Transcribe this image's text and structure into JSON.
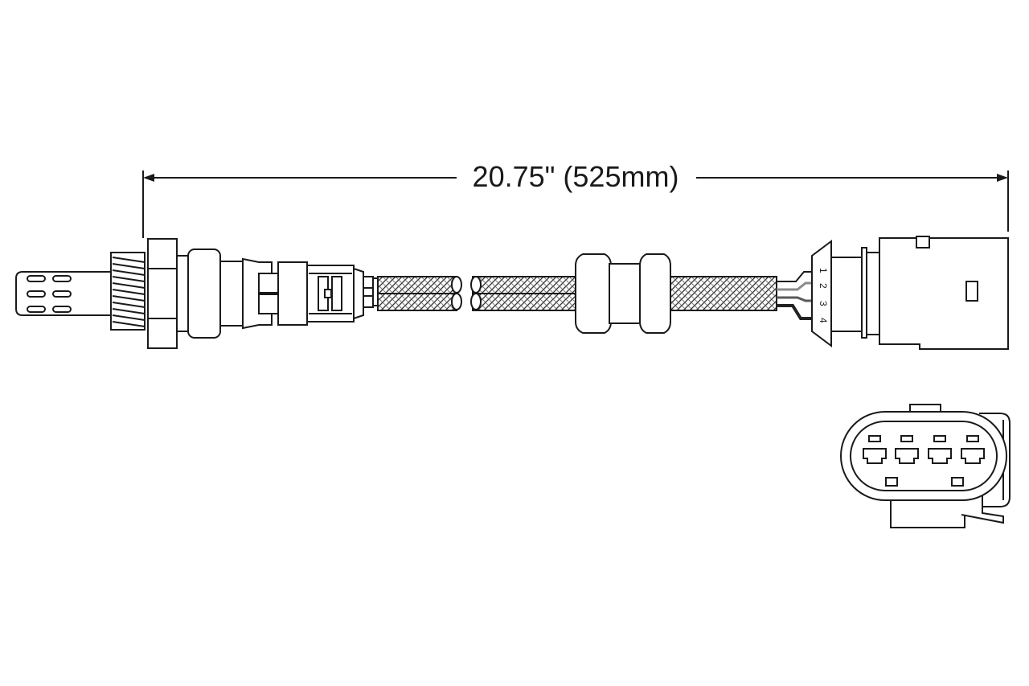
{
  "dimension": {
    "label": "20.75\" (525mm)"
  },
  "connector_pins": {
    "labels": [
      "1",
      "2",
      "3",
      "4"
    ]
  },
  "colors": {
    "line": "#1a1a1a",
    "background": "#ffffff",
    "wire_dark": "#222222",
    "wire_grey": "#8a8a8a"
  }
}
